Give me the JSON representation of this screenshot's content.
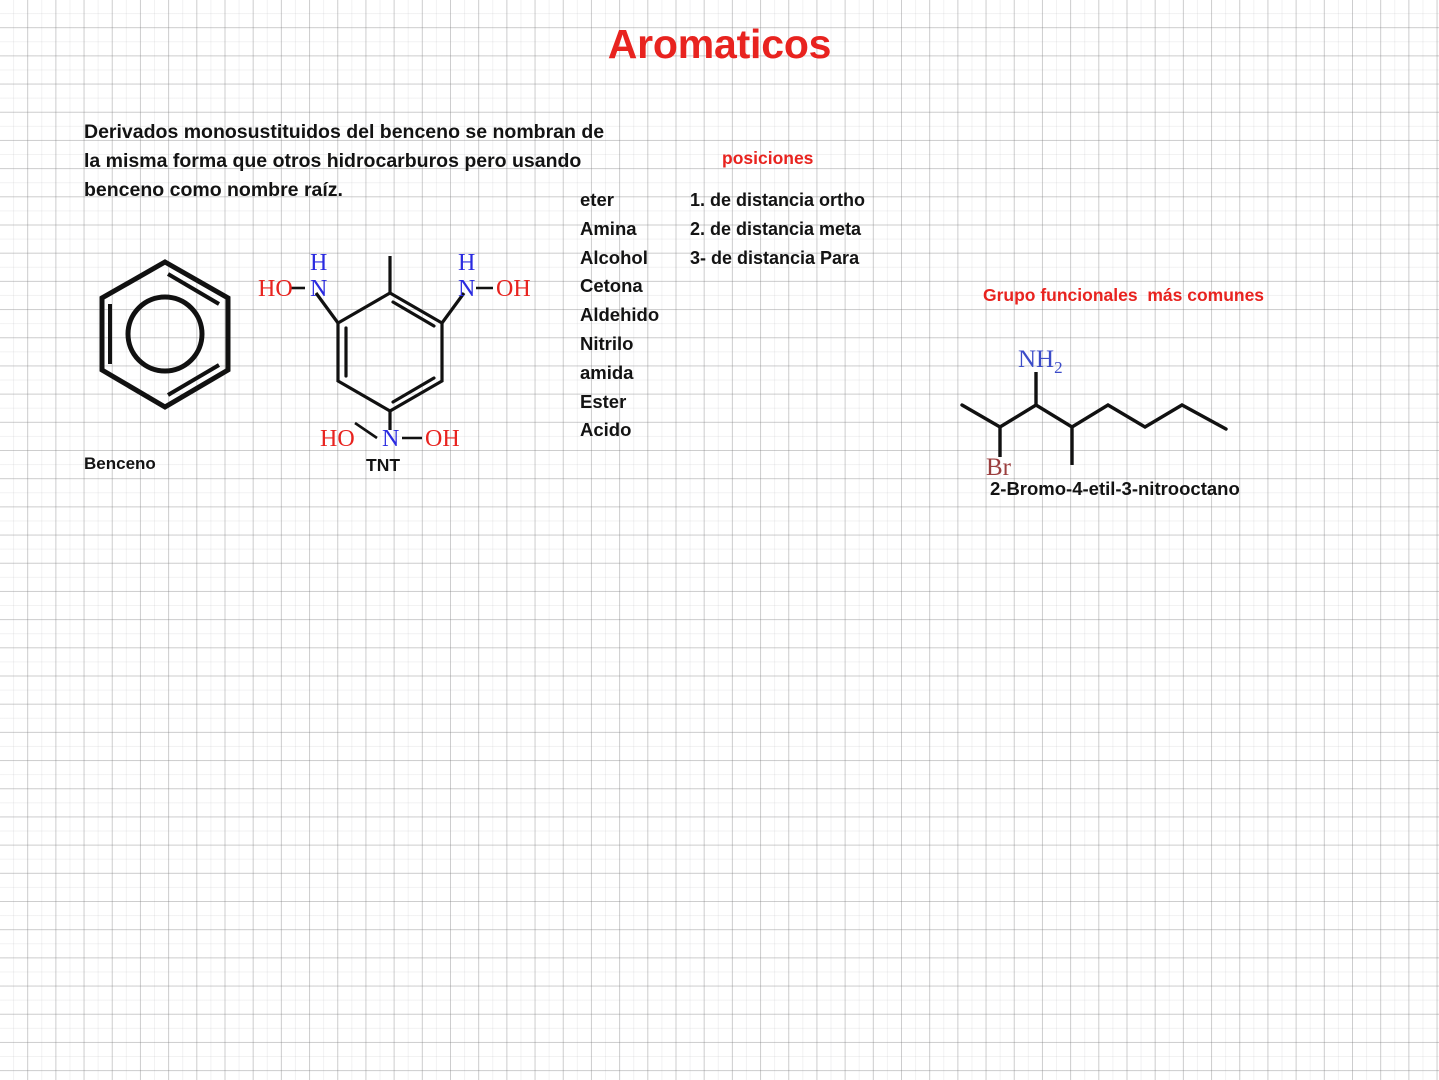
{
  "page": {
    "title": "Aromaticos",
    "title_color": "#e8231f",
    "background": "graph-paper-grid"
  },
  "intro": {
    "paragraph": "Derivados monosustituidos del benceno se nombran de la misma forma que otros hidrocarburos pero usando benceno como nombre raíz."
  },
  "functional_groups_list": {
    "items": [
      "eter",
      "Amina",
      "Alcohol",
      "Cetona",
      "Aldehido",
      "Nitrilo",
      "amida",
      "Ester",
      "Acido"
    ]
  },
  "posiciones": {
    "heading": "posiciones",
    "heading_color": "#e8231f",
    "items": [
      "1. de distancia ortho",
      "2. de distancia meta",
      "3- de distancia Para"
    ]
  },
  "grupos_funcionales": {
    "heading": "Grupo funcionales  más comunes",
    "heading_color": "#e8231f"
  },
  "molecules": {
    "benceno": {
      "label": "Benceno",
      "description": "hexagon-with-inner-circle"
    },
    "tnt": {
      "label": "TNT",
      "atom_labels": {
        "ho_left": "HO",
        "n_left": "N",
        "h_left": "H",
        "n_right": "N",
        "h_right": "H",
        "oh_right": "OH",
        "ho_bottom": "HO",
        "n_bottom": "N",
        "oh_bottom": "OH"
      },
      "colors": {
        "nitrogen": "#2a2ae0",
        "oxygen": "#e8231f",
        "bond": "#111111"
      }
    },
    "octano": {
      "label": "2-Bromo-4-etil-3-nitrooctano",
      "atom_labels": {
        "amine": "NH",
        "amine_subscript": "2",
        "bromine": "Br"
      },
      "colors": {
        "amine": "#3b4bc8",
        "bromine": "#9b3f3f",
        "bond": "#111111"
      }
    }
  }
}
